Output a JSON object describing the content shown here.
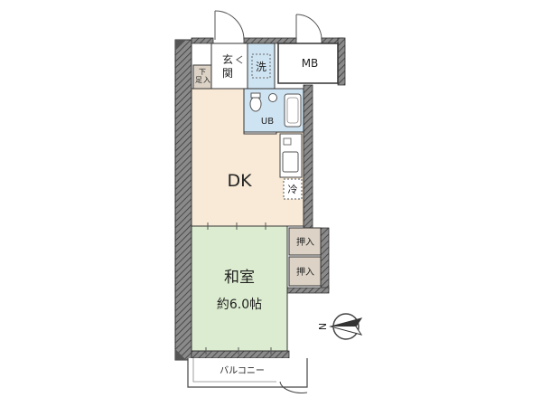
{
  "rooms": {
    "entrance": "玄関",
    "shoe_storage": "下足入",
    "washer": "洗",
    "meter_box": "MB",
    "bath_unit": "UB",
    "dining_kitchen": "DK",
    "fridge": "冷",
    "japanese_room": "和室",
    "japanese_room_size": "約6.0帖",
    "closet_upper": "押入",
    "closet_lower": "押入",
    "balcony": "バルコニー"
  },
  "compass": {
    "north": "N"
  },
  "colors": {
    "wall": "#7a7a7a",
    "wall_hatch": "#4a4a4a",
    "dk_floor": "#f8ead7",
    "japanese_room_floor": "#dcecd0",
    "bath_floor": "#cfe4f2",
    "closet_floor": "#dcd3c6",
    "entrance_floor": "#ffffff"
  }
}
